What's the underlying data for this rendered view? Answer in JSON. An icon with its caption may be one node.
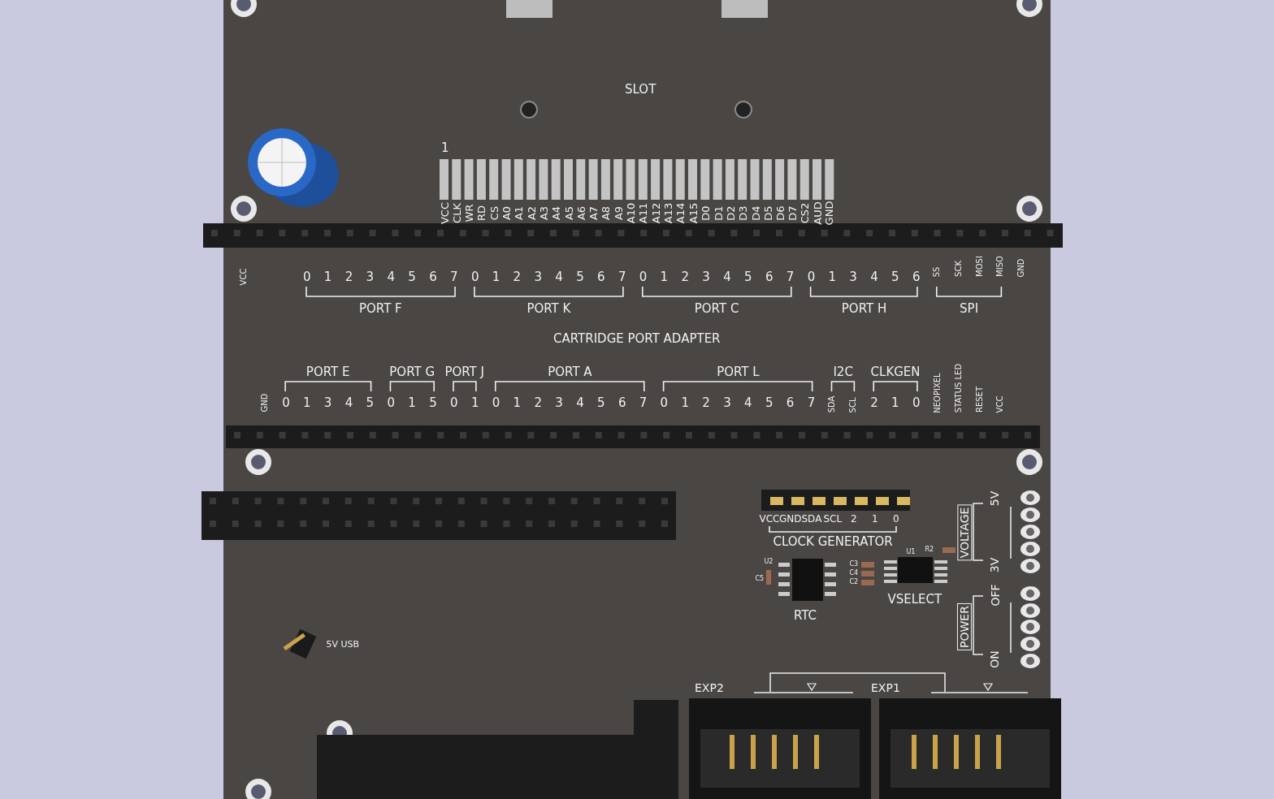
{
  "diagram": {
    "labels": [
      "SLOT",
      "1",
      "VCC",
      "CLK",
      "WR",
      "RD",
      "CS",
      "A0",
      "A1",
      "A2",
      "A3",
      "A4",
      "A5",
      "A6",
      "A7",
      "A8",
      "A9",
      "A10",
      "A11",
      "A12",
      "A13",
      "A14",
      "A15",
      "D0",
      "D1",
      "D2",
      "D3",
      "D4",
      "D5",
      "D6",
      "D7",
      "CS2",
      "AUD",
      "GND",
      "VCC",
      "0",
      "1",
      "2",
      "3",
      "4",
      "5",
      "6",
      "7",
      "0",
      "1",
      "2",
      "3",
      "4",
      "5",
      "6",
      "7",
      "0",
      "1",
      "2",
      "3",
      "4",
      "5",
      "6",
      "7",
      "0",
      "1",
      "3",
      "4",
      "5",
      "6",
      "SS",
      "SCK",
      "MOSI",
      "MISO",
      "GND",
      "PORT F",
      "PORT K",
      "PORT C",
      "PORT H",
      "SPI",
      "CARTRIDGE PORT ADAPTER",
      "PORT E",
      "PORT G",
      "PORT J",
      "PORT A",
      "PORT L",
      "I2C",
      "CLKGEN",
      "GND",
      "0",
      "1",
      "3",
      "4",
      "5",
      "0",
      "1",
      "5",
      "0",
      "1",
      "0",
      "1",
      "2",
      "3",
      "4",
      "5",
      "6",
      "7",
      "0",
      "1",
      "2",
      "3",
      "4",
      "5",
      "6",
      "7",
      "SDA",
      "SCL",
      "2",
      "1",
      "0",
      "NEOPIXEL",
      "STATUS LED",
      "RESET",
      "VCC",
      "VCC",
      "GND",
      "SDA",
      "SCL",
      "2",
      "1",
      "0",
      "CLOCK GENERATOR",
      "U2",
      "C5",
      "RTC",
      "C3",
      "C4",
      "C2",
      "U1",
      "R2",
      "VSELECT",
      "VOLTAGE",
      "5V",
      "3V",
      "POWER",
      "OFF",
      "ON",
      "5V USB",
      "EXP2",
      "EXP1"
    ]
  }
}
